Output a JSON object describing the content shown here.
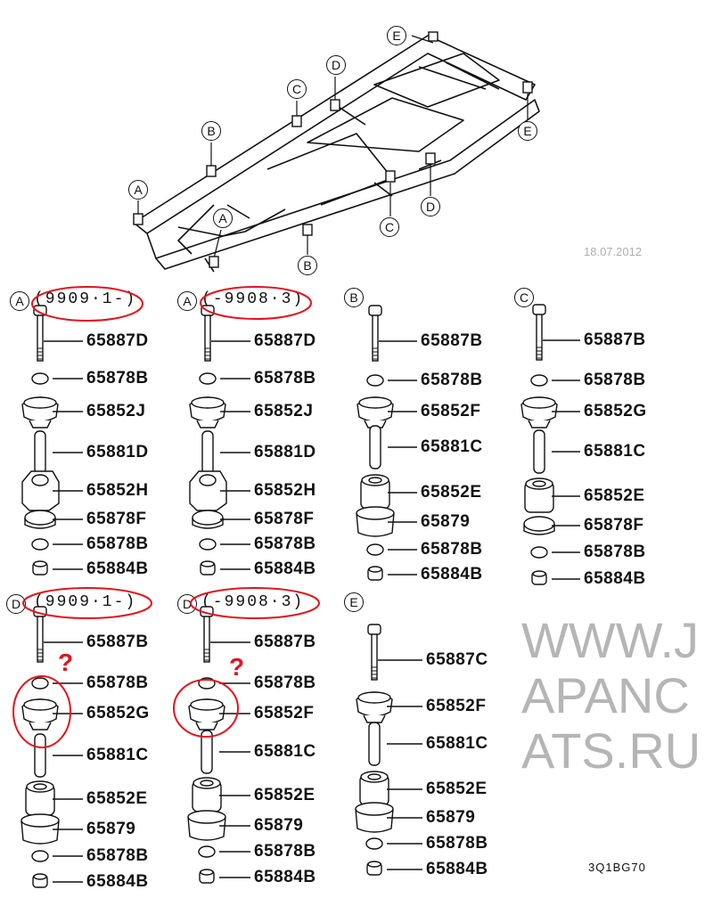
{
  "frame_callouts": [
    "E",
    "D",
    "C",
    "B",
    "A",
    "A",
    "B",
    "C",
    "D",
    "E"
  ],
  "groups": [
    {
      "id": "A1",
      "letter": "A",
      "header": "(9909·1-)",
      "parts": [
        {
          "code": "65887D",
          "shape": "bolt"
        },
        {
          "code": "65878B",
          "shape": "washer"
        },
        {
          "code": "65852J",
          "shape": "cushion"
        },
        {
          "code": "65881D",
          "shape": "collar"
        },
        {
          "code": "65852H",
          "shape": "hexblock"
        },
        {
          "code": "65878F",
          "shape": "disc"
        },
        {
          "code": "65878B",
          "shape": "washer"
        },
        {
          "code": "65884B",
          "shape": "nut"
        }
      ]
    },
    {
      "id": "A2",
      "letter": "A",
      "header": "(-9908·3)",
      "parts": [
        {
          "code": "65887D",
          "shape": "bolt"
        },
        {
          "code": "65878B",
          "shape": "washer"
        },
        {
          "code": "65852J",
          "shape": "cushion"
        },
        {
          "code": "65881D",
          "shape": "collar"
        },
        {
          "code": "65852H",
          "shape": "hexblock"
        },
        {
          "code": "65878F",
          "shape": "disc"
        },
        {
          "code": "65878B",
          "shape": "washer"
        },
        {
          "code": "65884B",
          "shape": "nut"
        }
      ]
    },
    {
      "id": "B",
      "letter": "B",
      "header": "",
      "parts": [
        {
          "code": "65887B",
          "shape": "bolt"
        },
        {
          "code": "65878B",
          "shape": "washer"
        },
        {
          "code": "65852F",
          "shape": "cushion"
        },
        {
          "code": "65881C",
          "shape": "collar"
        },
        {
          "code": "65852E",
          "shape": "lowercush"
        },
        {
          "code": "65879",
          "shape": "cup"
        },
        {
          "code": "65878B",
          "shape": "washer"
        },
        {
          "code": "65884B",
          "shape": "nut"
        }
      ]
    },
    {
      "id": "C",
      "letter": "C",
      "header": "",
      "parts": [
        {
          "code": "65887B",
          "shape": "bolt"
        },
        {
          "code": "65878B",
          "shape": "washer"
        },
        {
          "code": "65852G",
          "shape": "cushion"
        },
        {
          "code": "65881C",
          "shape": "collar"
        },
        {
          "code": "65852E",
          "shape": "lowercush"
        },
        {
          "code": "65878F",
          "shape": "disc"
        },
        {
          "code": "65878B",
          "shape": "washer"
        },
        {
          "code": "65884B",
          "shape": "nut"
        }
      ]
    },
    {
      "id": "D1",
      "letter": "D",
      "header": "(9909·1-)",
      "parts": [
        {
          "code": "65887B",
          "shape": "bolt"
        },
        {
          "code": "65878B",
          "shape": "washer"
        },
        {
          "code": "65852G",
          "shape": "cushion"
        },
        {
          "code": "65881C",
          "shape": "collar"
        },
        {
          "code": "65852E",
          "shape": "lowercush"
        },
        {
          "code": "65879",
          "shape": "cup"
        },
        {
          "code": "65878B",
          "shape": "washer"
        },
        {
          "code": "65884B",
          "shape": "nut"
        }
      ]
    },
    {
      "id": "D2",
      "letter": "D",
      "header": "(-9908·3)",
      "parts": [
        {
          "code": "65887B",
          "shape": "bolt"
        },
        {
          "code": "65878B",
          "shape": "washer"
        },
        {
          "code": "65852F",
          "shape": "cushion"
        },
        {
          "code": "65881C",
          "shape": "collar"
        },
        {
          "code": "65852E",
          "shape": "lowercush"
        },
        {
          "code": "65879",
          "shape": "cup"
        },
        {
          "code": "65878B",
          "shape": "washer"
        },
        {
          "code": "65884B",
          "shape": "nut"
        }
      ]
    },
    {
      "id": "E",
      "letter": "E",
      "header": "",
      "parts": [
        {
          "code": "65887C",
          "shape": "bolt"
        },
        {
          "code": "65852F",
          "shape": "cushion"
        },
        {
          "code": "65881C",
          "shape": "collar"
        },
        {
          "code": "65852E",
          "shape": "lowercush"
        },
        {
          "code": "65879",
          "shape": "cup"
        },
        {
          "code": "65878B",
          "shape": "washer"
        },
        {
          "code": "65884B",
          "shape": "nut"
        }
      ]
    }
  ],
  "annotations": {
    "question_mark": "?",
    "highlight_color": "#e0141e"
  },
  "watermark": "WWW.JAPANCATS.RU",
  "date": "18.07.2012",
  "diagram_code": "3Q1BG70"
}
